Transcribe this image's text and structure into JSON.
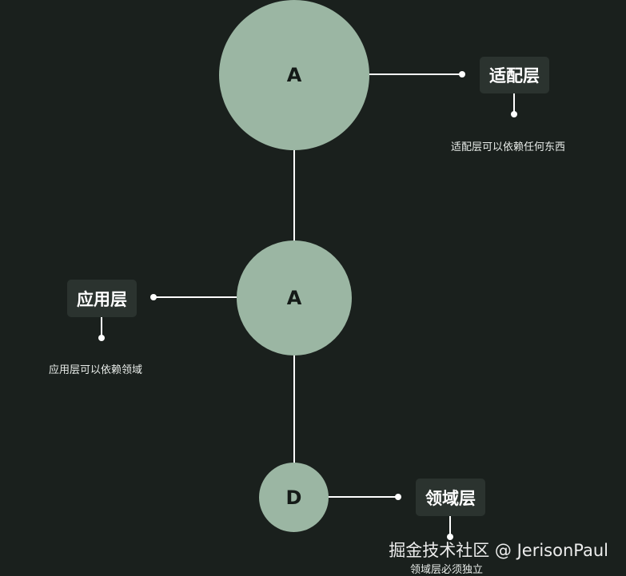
{
  "nodes": {
    "top": {
      "letter": "A",
      "tag": "适配层",
      "description": "适配层可以依赖任何东西"
    },
    "middle": {
      "letter": "A",
      "tag": "应用层",
      "description": "应用层可以依赖领域"
    },
    "bottom": {
      "letter": "D",
      "tag": "领域层",
      "description": "领域层必须独立"
    }
  },
  "watermark": "掘金技术社区 @ JerisonPaul",
  "colors": {
    "background": "#1a201d",
    "circle": "#9bb6a3",
    "tag_background": "#2b332f",
    "line": "#ffffff"
  }
}
